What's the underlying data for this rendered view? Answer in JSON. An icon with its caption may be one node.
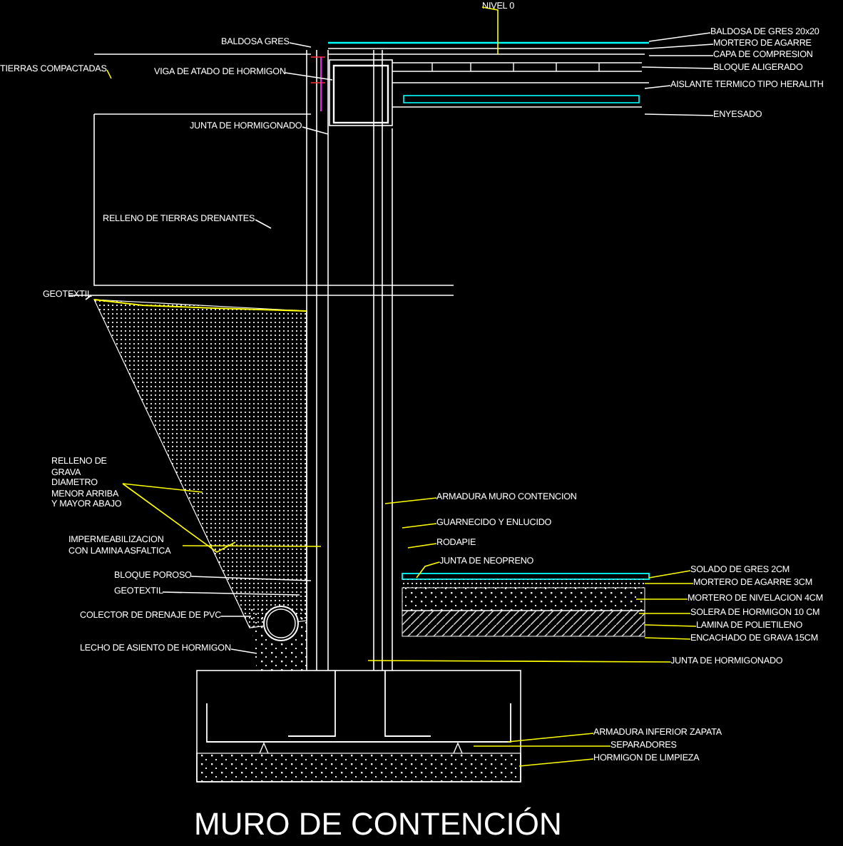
{
  "diagram": {
    "title": "MURO DE CONTENCIÓN",
    "nodes": [
      {
        "text": [
          "NIVEL 0"
        ]
      },
      {
        "text": [
          "BALDOSA GRES"
        ]
      },
      {
        "text": [
          "TIERRAS COMPACTADAS"
        ]
      },
      {
        "text": [
          "VIGA DE ATADO DE HORMIGON"
        ]
      },
      {
        "text": [
          "JUNTA DE HORMIGONADO"
        ]
      },
      {
        "text": [
          "BALDOSA DE GRES 20x20"
        ]
      },
      {
        "text": [
          "MORTERO DE AGARRE"
        ]
      },
      {
        "text": [
          "CAPA DE COMPRESION"
        ]
      },
      {
        "text": [
          "BLOQUE ALIGERADO"
        ]
      },
      {
        "text": [
          "AISLANTE TERMICO TIPO HERALITH"
        ]
      },
      {
        "text": [
          "ENYESADO"
        ]
      },
      {
        "text": [
          "RELLENO DE TIERRAS DRENANTES"
        ]
      },
      {
        "text": [
          "GEOTEXTIL"
        ]
      },
      {
        "text": [
          "RELLENO DE GRAVA DIAMETRO MENOR ARRIBA Y MAYOR ABAJO"
        ]
      },
      {
        "text": [
          "IMPERMEABILIZACION CON LAMINA ASFALTICA"
        ]
      },
      {
        "text": [
          "BLOQUE POROSO"
        ]
      },
      {
        "text": [
          "GEOTEXTIL"
        ]
      },
      {
        "text": [
          "COLECTOR DE DRENAJE DE PVC"
        ]
      },
      {
        "text": [
          "LECHO DE ASIENTO DE HORMIGON"
        ]
      },
      {
        "text": [
          "ARMADURA MURO CONTENCION"
        ]
      },
      {
        "text": [
          "GUARNECIDO Y ENLUCIDO"
        ]
      },
      {
        "text": [
          "RODAPIE"
        ]
      },
      {
        "text": [
          "JUNTA DE NEOPRENO"
        ]
      },
      {
        "text": [
          "SOLADO DE GRES 2CM"
        ]
      },
      {
        "text": [
          "MORTERO DE AGARRE 3CM"
        ]
      },
      {
        "text": [
          "MORTERO DE NIVELACION 4CM"
        ]
      },
      {
        "text": [
          "SOLERA DE HORMIGON 10 CM"
        ]
      },
      {
        "text": [
          "LAMINA DE POLIETILENO"
        ]
      },
      {
        "text": [
          "ENCACHADO DE GRAVA 15CM"
        ]
      },
      {
        "text": [
          "JUNTA DE HORMIGONADO"
        ]
      },
      {
        "text": [
          "ARMADURA INFERIOR ZAPATA"
        ]
      },
      {
        "text": [
          "SEPARADORES"
        ]
      },
      {
        "text": [
          "HORMIGON DE LIMPIEZA"
        ]
      }
    ],
    "edges": [
      {
        "from": 0,
        "to": null,
        "arrow": "none"
      },
      {
        "from": 1,
        "to": null,
        "arrow": "none",
        "color": "#ffffff"
      },
      {
        "from": 2,
        "to": null,
        "arrow": "none"
      },
      {
        "from": 3,
        "to": null,
        "arrow": "none",
        "color": "#ffffff"
      },
      {
        "from": 4,
        "to": null,
        "arrow": "none",
        "color": "#ffffff"
      },
      {
        "from": 5,
        "to": null,
        "arrow": "none",
        "color": "#ffffff"
      },
      {
        "from": 6,
        "to": null,
        "arrow": "none",
        "color": "#ffffff"
      },
      {
        "from": 7,
        "to": null,
        "arrow": "none",
        "color": "#ffffff"
      },
      {
        "from": 8,
        "to": null,
        "arrow": "none",
        "color": "#ffffff"
      },
      {
        "from": 9,
        "to": null,
        "arrow": "none",
        "color": "#ffffff"
      },
      {
        "from": 10,
        "to": null,
        "arrow": "none",
        "color": "#ffffff"
      },
      {
        "from": 11,
        "to": null,
        "arrow": "none",
        "color": "#ffffff"
      },
      {
        "from": 12,
        "to": null,
        "arrow": "none",
        "color": "#ffffff"
      },
      {
        "from": 13,
        "to": null,
        "arrow": "none"
      },
      {
        "from": 13,
        "to": null,
        "arrow": "none"
      },
      {
        "from": 14,
        "to": null,
        "arrow": "none"
      },
      {
        "from": 15,
        "to": null,
        "arrow": "none",
        "color": "#ffffff"
      },
      {
        "from": 16,
        "to": null,
        "arrow": "none",
        "color": "#ffffff"
      },
      {
        "from": 17,
        "to": null,
        "arrow": "none",
        "color": "#ffffff"
      },
      {
        "from": 18,
        "to": null,
        "arrow": "none",
        "color": "#ffffff"
      },
      {
        "from": 19,
        "to": null,
        "arrow": "none"
      },
      {
        "from": 20,
        "to": null,
        "arrow": "none"
      },
      {
        "from": 21,
        "to": null,
        "arrow": "none"
      },
      {
        "from": 22,
        "to": null,
        "arrow": "none"
      },
      {
        "from": 23,
        "to": null,
        "arrow": "none"
      },
      {
        "from": 24,
        "to": null,
        "arrow": "none"
      },
      {
        "from": 25,
        "to": null,
        "arrow": "none"
      },
      {
        "from": 26,
        "to": null,
        "arrow": "none"
      },
      {
        "from": 27,
        "to": null,
        "arrow": "none"
      },
      {
        "from": 28,
        "to": null,
        "arrow": "none"
      },
      {
        "from": 29,
        "to": null,
        "arrow": "none"
      },
      {
        "from": 30,
        "to": null,
        "arrow": "none"
      },
      {
        "from": 31,
        "to": null,
        "arrow": "none"
      },
      {
        "from": 32,
        "to": null,
        "arrow": "none"
      }
    ]
  }
}
